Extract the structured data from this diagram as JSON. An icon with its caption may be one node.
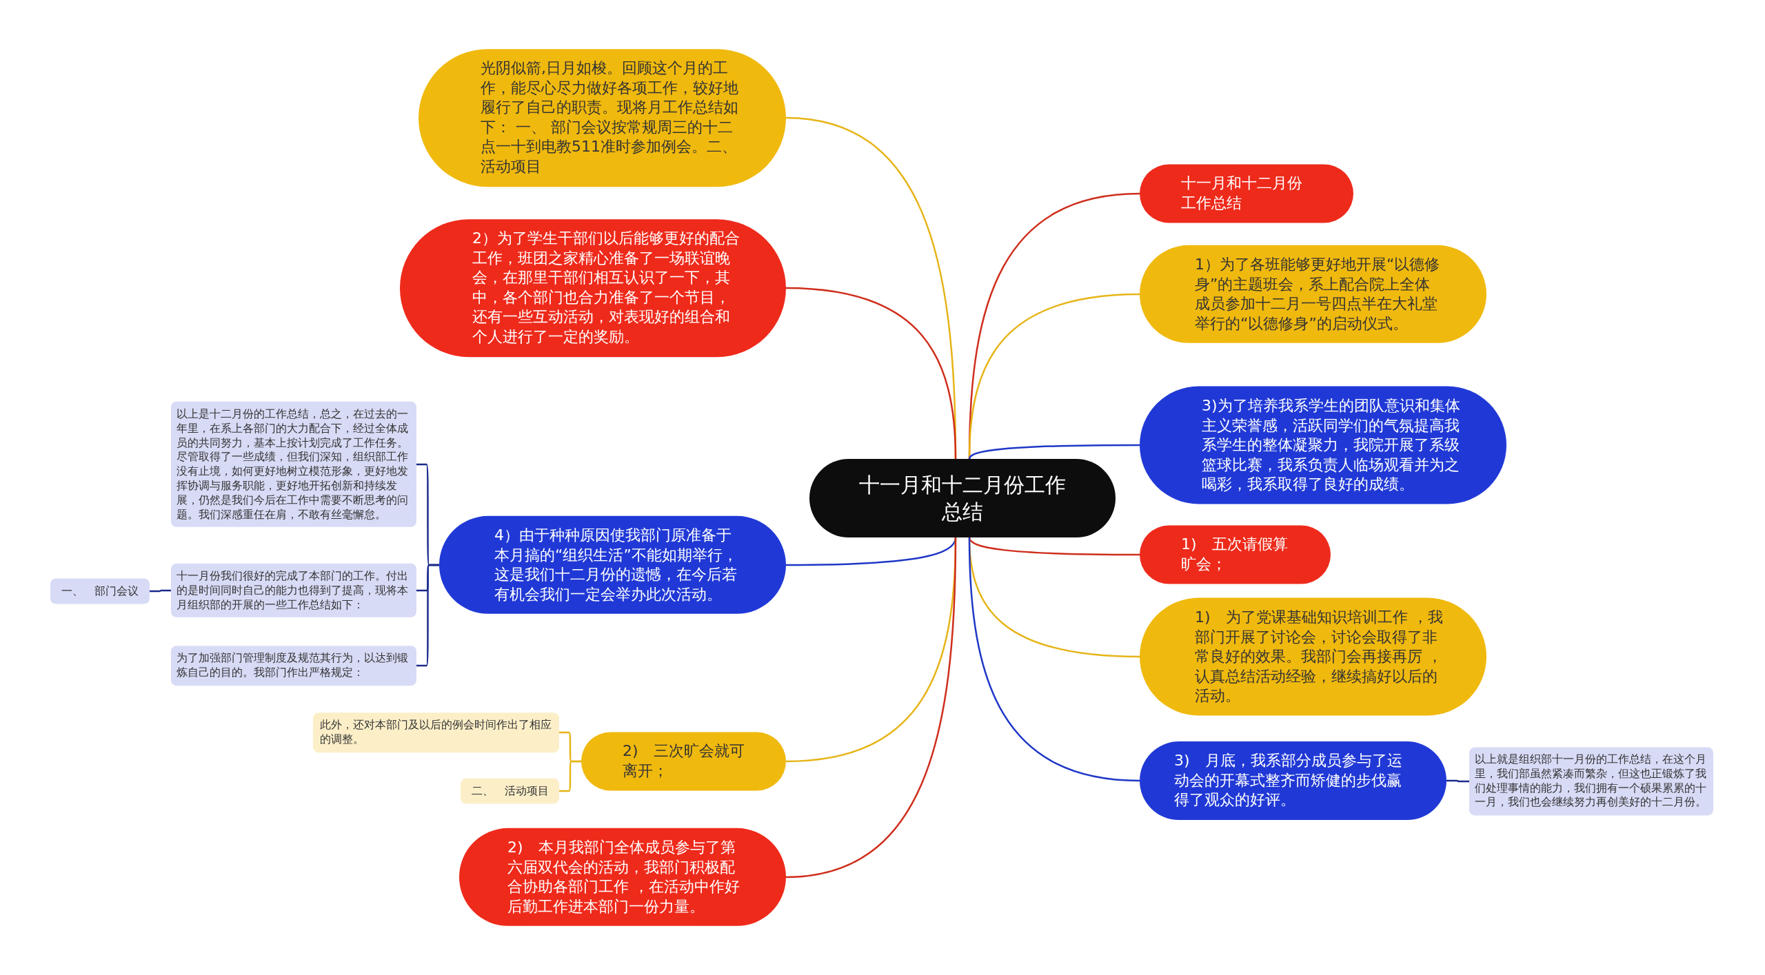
{
  "diagram": {
    "nodes": [
      {
        "text": [
          "十一月和十二月份工作总结"
        ]
      },
      {
        "text": [
          "光阴似箭,日月如梭。回顾这个月的工作，能尽心尽力做好各项工作，较好地履行了自己的职责。现将月工作总结如下： 一、 部门会议按常规周三的十二点一十到电教511准时参加例会。二、活动项目"
        ]
      },
      {
        "text": [
          "2）为了学生干部们以后能够更好的配合工作，班团之家精心准备了一场联谊晚会，在那里干部们相互认识了一下，其中，各个部门也合力准备了一个节目，还有一些互动活动，对表现好的组合和个人进行了一定的奖励。"
        ]
      },
      {
        "text": [
          "4）由于种种原因使我部门原准备于本月搞的“组织生活”不能如期举行，这是我们十二月份的遗憾，在今后若有机会我们一定会举办此次活动。"
        ]
      },
      {
        "text": [
          "以上是十二月份的工作总结，总之，在过去的一年里，在系上各部门的大力配合下，经过全体成员的共同努力，基本上按计划完成了工作任务。尽管取得了一些成绩，但我们深知，组织部工作没有止境，如何更好地树立模范形象，更好地发挥协调与服务职能，更好地开拓创新和持续发展，仍然是我们今后在工作中需要不断思考的问题。我们深感重任在肩，不敢有丝毫懈怠。"
        ]
      },
      {
        "text": [
          "十一月份我们很好的完成了本部门的工作。付出的是时间同时自己的能力也得到了提高，现将本月组织部的开展的一些工作总结如下："
        ]
      },
      {
        "text": [
          "一、　部门会议"
        ]
      },
      {
        "text": [
          "为了加强部门管理制度及规范其行为，以达到锻炼自己的目的。我部门作出严格规定："
        ]
      },
      {
        "text": [
          "2)　三次旷会就可离开；"
        ]
      },
      {
        "text": [
          "此外，还对本部门及以后的例会时间作出了相应的调整。"
        ]
      },
      {
        "text": [
          "二、　活动项目"
        ]
      },
      {
        "text": [
          "2)　本月我部门全体成员参与了第六届双代会的活动，我部门积极配合协助各部门工作 ，在活动中作好后勤工作进本部门一份力量。"
        ]
      },
      {
        "text": [
          "十一月和十二月份工作总结"
        ]
      },
      {
        "text": [
          "1）为了各班能够更好地开展“以德修身”的主题班会，系上配合院上全体成员参加十二月一号四点半在大礼堂举行的“以德修身”的启动仪式。"
        ]
      },
      {
        "text": [
          "3)为了培养我系学生的团队意识和集体主义荣誉感，活跃同学们的气氛提高我系学生的整体凝聚力，我院开展了系级篮球比赛，我系负责人临场观看并为之喝彩，我系取得了良好的成绩。"
        ]
      },
      {
        "text": [
          "1)　五次请假算旷会；"
        ]
      },
      {
        "text": [
          "1)　为了党课基础知识培训工作 ，我部门开展了讨论会，讨论会取得了非常良好的效果。我部门会再接再厉 ，认真总结活动经验，继续搞好以后的活动。"
        ]
      },
      {
        "text": [
          "3)　月底，我系部分成员参与了运动会的开幕式整齐而矫健的步伐赢得了观众的好评。"
        ]
      },
      {
        "text": [
          "以上就是组织部十一月份的工作总结，在这个月里，我们部虽然紧凑而繁杂，但这也正锻炼了我们处理事情的能力，我们拥有一个硕果累累的十一月，我们也会继续努力再创美好的十二月份。"
        ]
      }
    ],
    "edges": [
      {
        "from": 0,
        "to": 1,
        "arrow": "none",
        "color": "#e6b417"
      },
      {
        "from": 0,
        "to": 2,
        "arrow": "none",
        "color": "#cf2e1c"
      },
      {
        "from": 0,
        "to": 3,
        "arrow": "none",
        "color": "#1f37c6"
      },
      {
        "from": 0,
        "to": 8,
        "arrow": "none",
        "color": "#e6b417"
      },
      {
        "from": 0,
        "to": 11,
        "arrow": "none",
        "color": "#cf2e1c"
      },
      {
        "from": 0,
        "to": 12,
        "arrow": "none",
        "color": "#cf2e1c"
      },
      {
        "from": 0,
        "to": 13,
        "arrow": "none",
        "color": "#e6b417"
      },
      {
        "from": 0,
        "to": 14,
        "arrow": "none",
        "color": "#1f37c6"
      },
      {
        "from": 0,
        "to": 15,
        "arrow": "none",
        "color": "#cf2e1c"
      },
      {
        "from": 0,
        "to": 16,
        "arrow": "none",
        "color": "#e6b417"
      },
      {
        "from": 0,
        "to": 17,
        "arrow": "none",
        "color": "#1f37c6"
      },
      {
        "from": 3,
        "to": 4,
        "arrow": "none",
        "color": "#1a2a8c"
      },
      {
        "from": 3,
        "to": 5,
        "arrow": "none",
        "color": "#1a2a8c"
      },
      {
        "from": 3,
        "to": 7,
        "arrow": "none",
        "color": "#1a2a8c"
      },
      {
        "from": 5,
        "to": 6,
        "arrow": "none",
        "color": "#1a2a8c"
      },
      {
        "from": 8,
        "to": 9,
        "arrow": "none",
        "color": "#e6b417"
      },
      {
        "from": 8,
        "to": 10,
        "arrow": "none",
        "color": "#e6b417"
      },
      {
        "from": 17,
        "to": 18,
        "arrow": "none",
        "color": "#1a2a8c"
      }
    ]
  }
}
